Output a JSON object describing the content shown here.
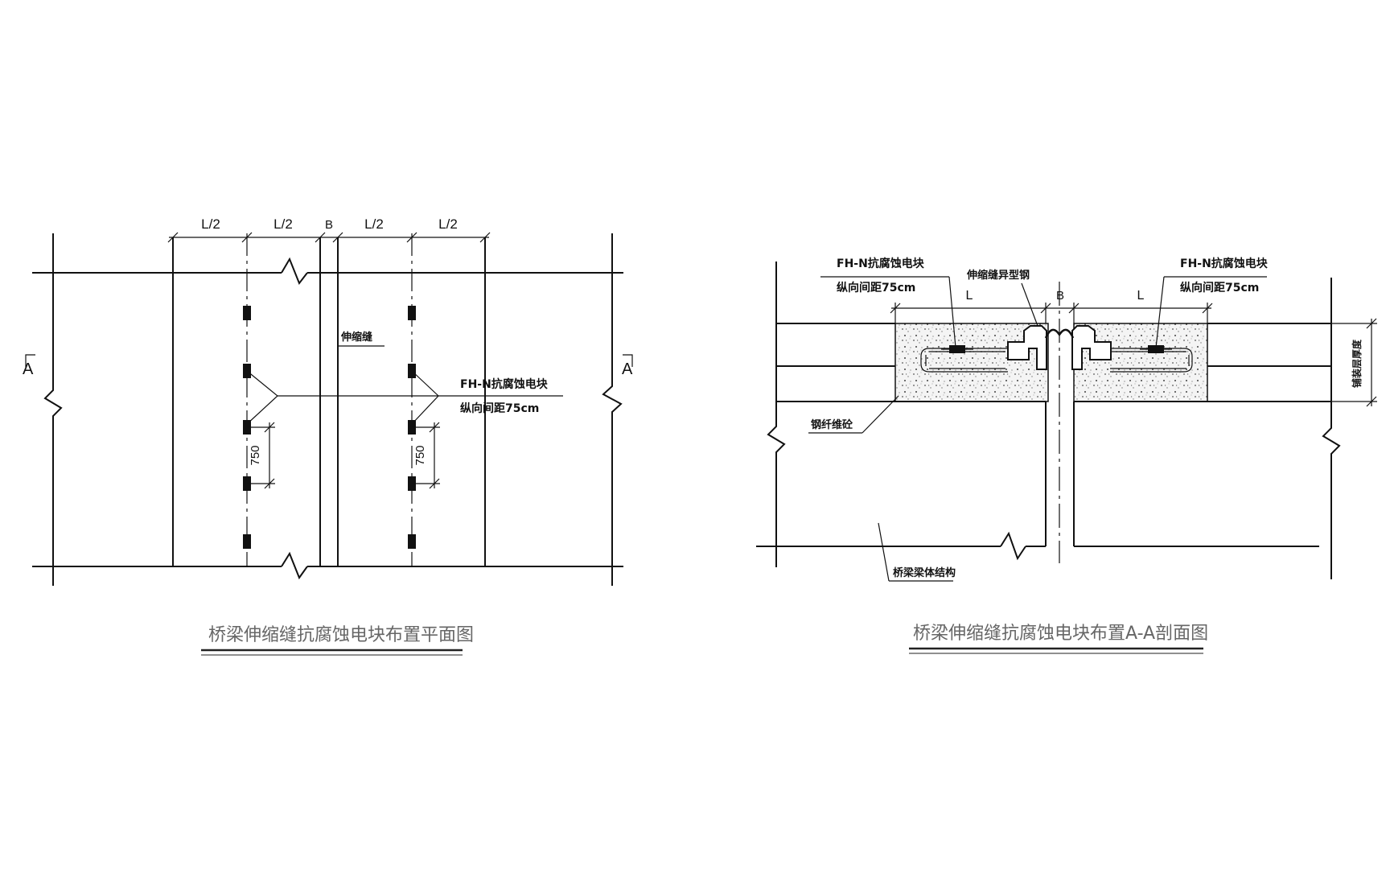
{
  "plan": {
    "dims": [
      "L/2",
      "L/2",
      "B",
      "L/2",
      "L/2"
    ],
    "section_mark_left": "A",
    "section_mark_right": "A",
    "joint_label": "伸缩缝",
    "anode_name": "FH-N抗腐蚀电块",
    "anode_spacing": "纵向间距75cm",
    "spacing_dim": "750",
    "title": "桥梁伸缩缝抗腐蚀电块布置平面图"
  },
  "section": {
    "left_anode_name": "FH-N抗腐蚀电块",
    "left_anode_spacing": "纵向间距75cm",
    "profile_steel_label": "伸缩缝异型钢",
    "right_anode_name": "FH-N抗腐蚀电块",
    "right_anode_spacing": "纵向间距75cm",
    "dim_left": "L",
    "dim_mid": "B",
    "dim_right": "L",
    "concrete_label": "钢纤维砼",
    "paving_label": "铺装层厚度",
    "structure_label": "桥梁梁体结构",
    "title": "桥梁伸缩缝抗腐蚀电块布置A-A剖面图"
  }
}
